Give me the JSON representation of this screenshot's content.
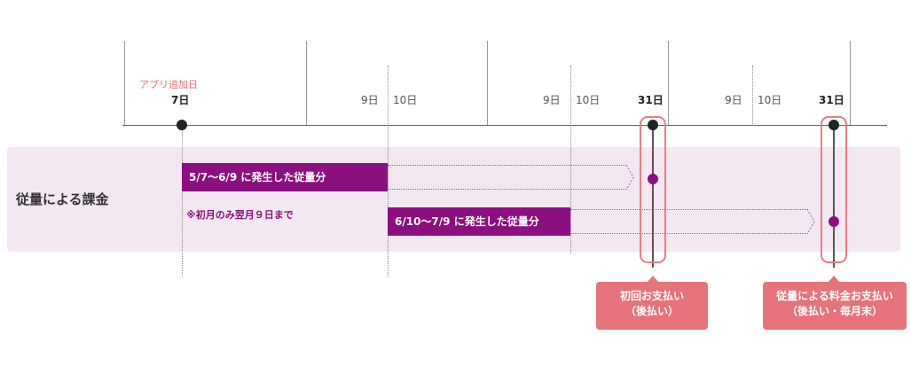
{
  "diagram": {
    "row_label": "従量による課金",
    "app_added_label": "アプリ追加日",
    "ticks": {
      "start": "7日",
      "m1_a": "9日",
      "m1_b": "10日",
      "m2_a": "9日",
      "m2_b": "10日",
      "m2_end": "31日",
      "m3_a": "9日",
      "m3_b": "10日",
      "m3_end": "31日"
    },
    "bars": [
      {
        "label": "5/7～6/9 に発生した従量分"
      },
      {
        "label": "6/10～7/9 に発生した従量分"
      }
    ],
    "note": "※初月のみ翌月９日まで",
    "callouts": {
      "first": {
        "line1": "初回お支払い",
        "line2": "（後払い）"
      },
      "second": {
        "line1": "従量による料金お支払い",
        "line2": "（後払い・毎月末）"
      }
    },
    "colors": {
      "accent_purple": "#8b0f7e",
      "band": "#f3e7f2",
      "highlight_pink": "#ea7d86",
      "callout_pink": "#e6737c"
    }
  }
}
